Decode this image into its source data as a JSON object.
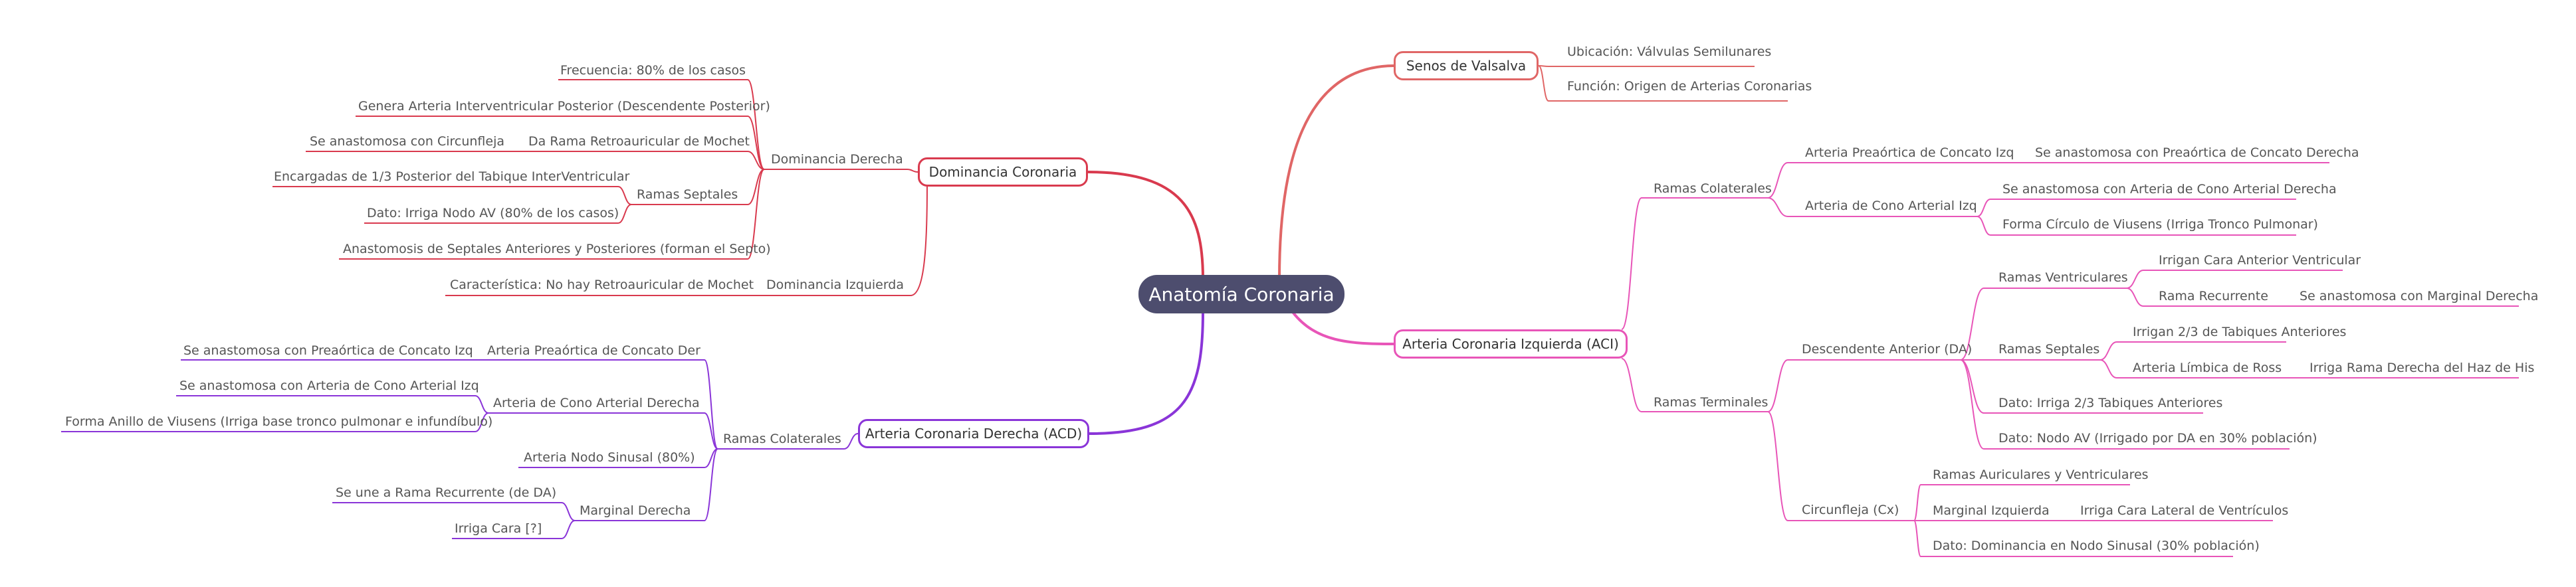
{
  "colors": {
    "root_fill": "#4d4d6e",
    "senos": "#e06666",
    "dominancia": "#d93a4e",
    "aci": "#e855b8",
    "acd": "#8a35d8"
  },
  "root": "Anatomía Coronaria",
  "senos": {
    "title": "Senos de Valsalva",
    "items": [
      "Ubicación: Válvulas Semilunares",
      "Función: Origen de Arterias Coronarias"
    ]
  },
  "aci": {
    "title": "Arteria Coronaria Izquierda (ACI)",
    "colaterales": {
      "label": "Ramas Colaterales",
      "preaortica": {
        "label": "Arteria Preaórtica de Concato Izq",
        "detail": "Se anastomosa con Preaórtica de Concato Derecha"
      },
      "cono": {
        "label": "Arteria de Cono Arterial Izq",
        "details": [
          "Se anastomosa con Arteria de Cono Arterial Derecha",
          "Forma Círculo de Viusens (Irriga Tronco Pulmonar)"
        ]
      }
    },
    "terminales": {
      "label": "Ramas Terminales",
      "da": {
        "label": "Descendente Anterior (DA)",
        "ventriculares": {
          "label": "Ramas Ventriculares",
          "irrigan": "Irrigan Cara Anterior Ventricular",
          "recurrente": "Rama Recurrente",
          "recurrente_detail": "Se anastomosa con Marginal Derecha"
        },
        "septales": {
          "label": "Ramas Septales",
          "irrigan": "Irrigan 2/3 de Tabiques Anteriores",
          "roos": "Arteria Límbica de Ross",
          "roos_detail": "Irriga Rama Derecha del Haz de His"
        },
        "dato1": "Dato: Irriga 2/3 Tabiques Anteriores",
        "dato2": "Dato: Nodo AV (Irrigado por DA en 30% población)"
      },
      "cx": {
        "label": "Circunfleja (Cx)",
        "auriculares": "Ramas Auriculares y Ventriculares",
        "marginal": "Marginal Izquierda",
        "marginal_detail": "Irriga Cara Lateral de Ventrículos",
        "dato": "Dato: Dominancia en Nodo Sinusal (30% población)"
      }
    }
  },
  "dominancia": {
    "title": "Dominancia Coronaria",
    "derecha": {
      "label": "Dominancia Derecha",
      "frecuencia": "Frecuencia: 80% de los casos",
      "genera": "Genera Arteria Interventricular Posterior (Descendente Posterior)",
      "retro": "Da Rama Retroauricular de Mochet",
      "retro_detail": "Se anastomosa con Circunfleja",
      "septales": {
        "label": "Ramas Septales",
        "items": [
          "Encargadas de 1/3 Posterior del Tabique InterVentricular",
          "Dato: Irriga Nodo AV (80% de los casos)"
        ]
      },
      "anastomosis": "Anastomosis de Septales Anteriores y Posteriores (forman el Septo)"
    },
    "izquierda": {
      "label": "Dominancia Izquierda",
      "caracteristica": "Característica: No hay Retroauricular de Mochet"
    }
  },
  "acd": {
    "title": "Arteria Coronaria Derecha (ACD)",
    "colaterales": {
      "label": "Ramas Colaterales",
      "preaortica": {
        "label": "Arteria Preaórtica de Concato Der",
        "detail": "Se anastomosa con Preaórtica de Concato Izq"
      },
      "cono": {
        "label": "Arteria de Cono Arterial Derecha",
        "details": [
          "Se anastomosa con Arteria de Cono Arterial Izq",
          "Forma Anillo de Viusens (Irriga base tronco pulmonar e infundíbulo)"
        ]
      },
      "nodo": "Arteria Nodo Sinusal (80%)",
      "marginal": {
        "label": "Marginal Derecha",
        "items": [
          "Se une a Rama Recurrente (de DA)",
          "Irriga Cara [?]"
        ]
      }
    }
  }
}
